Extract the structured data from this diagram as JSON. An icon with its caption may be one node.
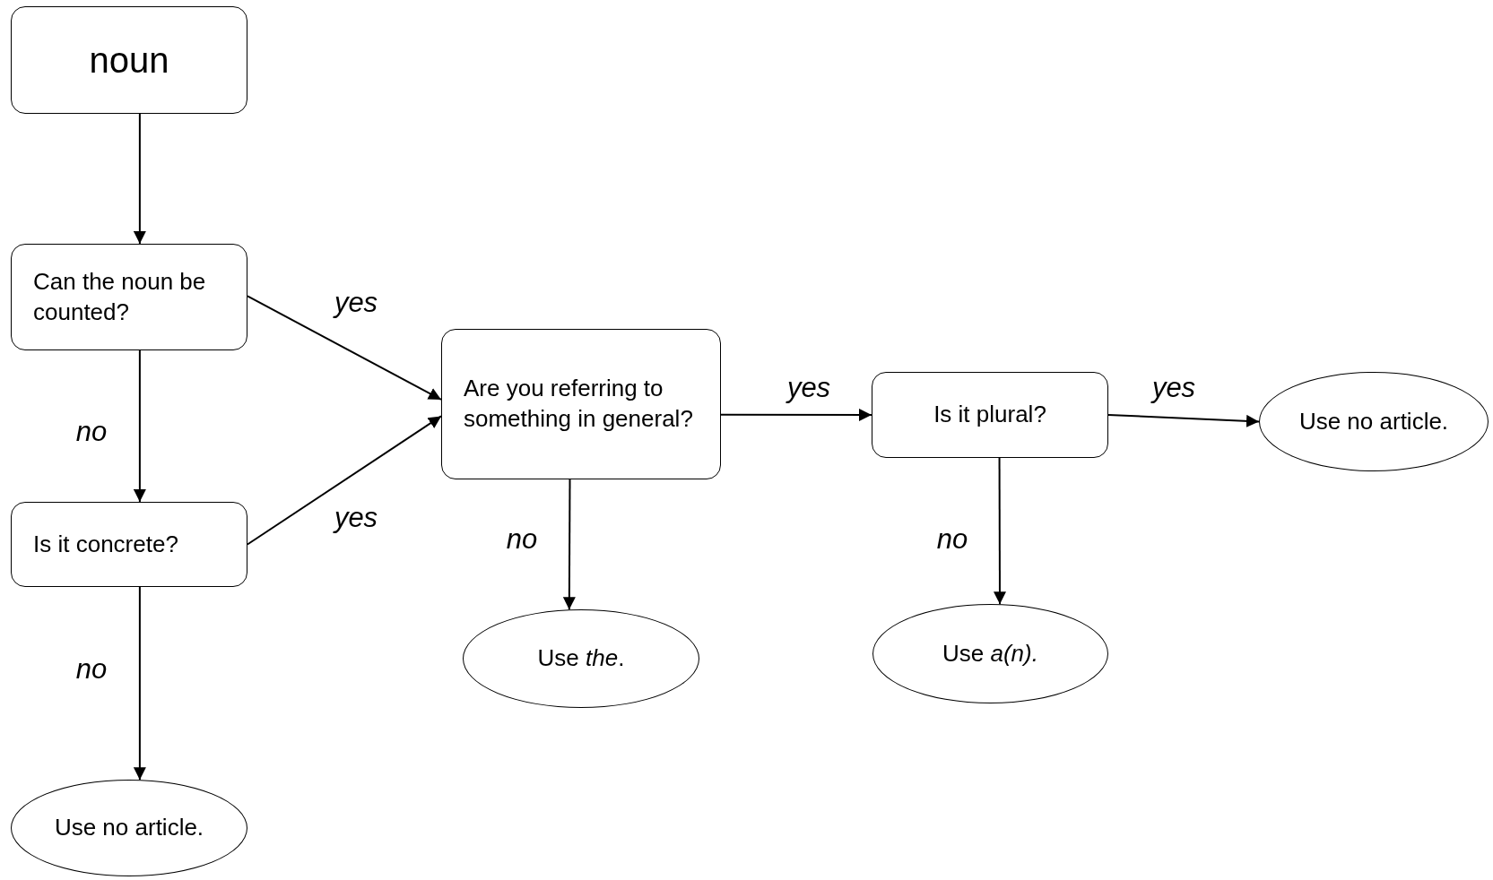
{
  "diagram": {
    "nodes": [
      {
        "text": [
          "noun"
        ]
      },
      {
        "text": [
          "Can the noun be counted?"
        ]
      },
      {
        "text": [
          "Are you referring to something in general?"
        ]
      },
      {
        "text": [
          "Is it plural?"
        ]
      },
      {
        "text": [
          "Use no article."
        ]
      },
      {
        "text": [
          "Is it concrete?"
        ]
      },
      {
        "text": [
          "Use *the*."
        ]
      },
      {
        "text": [
          "Use *a(n).*"
        ]
      },
      {
        "text": [
          "Use no article."
        ]
      }
    ],
    "edges": [
      {
        "from": 0,
        "to": 1,
        "arrow": "to"
      },
      {
        "from": 1,
        "to": 2,
        "arrow": "to",
        "label": "yes"
      },
      {
        "from": 1,
        "to": 5,
        "arrow": "to",
        "label": "no"
      },
      {
        "from": 5,
        "to": 2,
        "arrow": "to",
        "label": "yes"
      },
      {
        "from": 5,
        "to": 8,
        "arrow": "to",
        "label": "no"
      },
      {
        "from": 2,
        "to": 3,
        "arrow": "to",
        "label": "yes"
      },
      {
        "from": 2,
        "to": 6,
        "arrow": "to",
        "label": "no"
      },
      {
        "from": 3,
        "to": 4,
        "arrow": "to",
        "label": "yes"
      },
      {
        "from": 3,
        "to": 7,
        "arrow": "to",
        "label": "no"
      }
    ]
  }
}
